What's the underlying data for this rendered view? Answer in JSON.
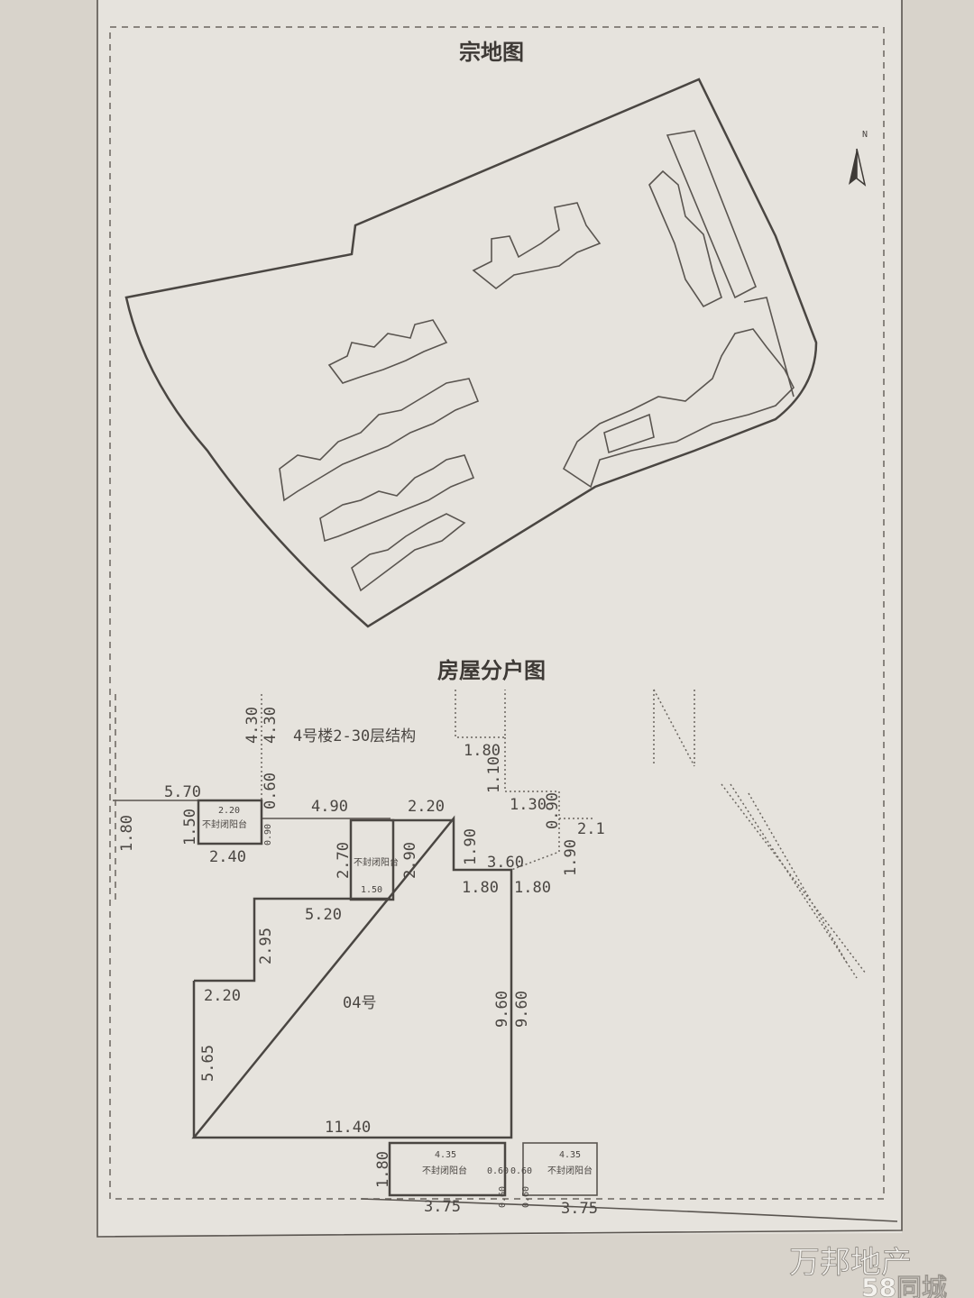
{
  "site_plan": {
    "title": "宗地图",
    "north_label": "N"
  },
  "floor_plan": {
    "title": "房屋分户图",
    "floor_note": "4号楼2-30层结构",
    "room_label": "04号",
    "north_label": "N",
    "annex_label": "不封闭阳台",
    "dims": [
      "1.80",
      "5.70",
      "4.30",
      "4.30",
      "0.60",
      "2.20",
      "1.50",
      "0.90",
      "2.40",
      "4.90",
      "2.70",
      "2.90",
      "1.50",
      "2.20",
      "1.80",
      "1.10",
      "1.30",
      "0.90",
      "1.90",
      "3.60",
      "1.80",
      "1.80",
      "1.90",
      "5.20",
      "2.95",
      "2.20",
      "5.65",
      "9.60",
      "9.60",
      "11.40",
      "1.80",
      "4.35",
      "4.35",
      "0.60",
      "0.60",
      "0.60",
      "0.60",
      "3.75",
      "3.75",
      "2.1"
    ]
  },
  "watermark": {
    "brand": "万邦地产",
    "site": "58同城"
  }
}
